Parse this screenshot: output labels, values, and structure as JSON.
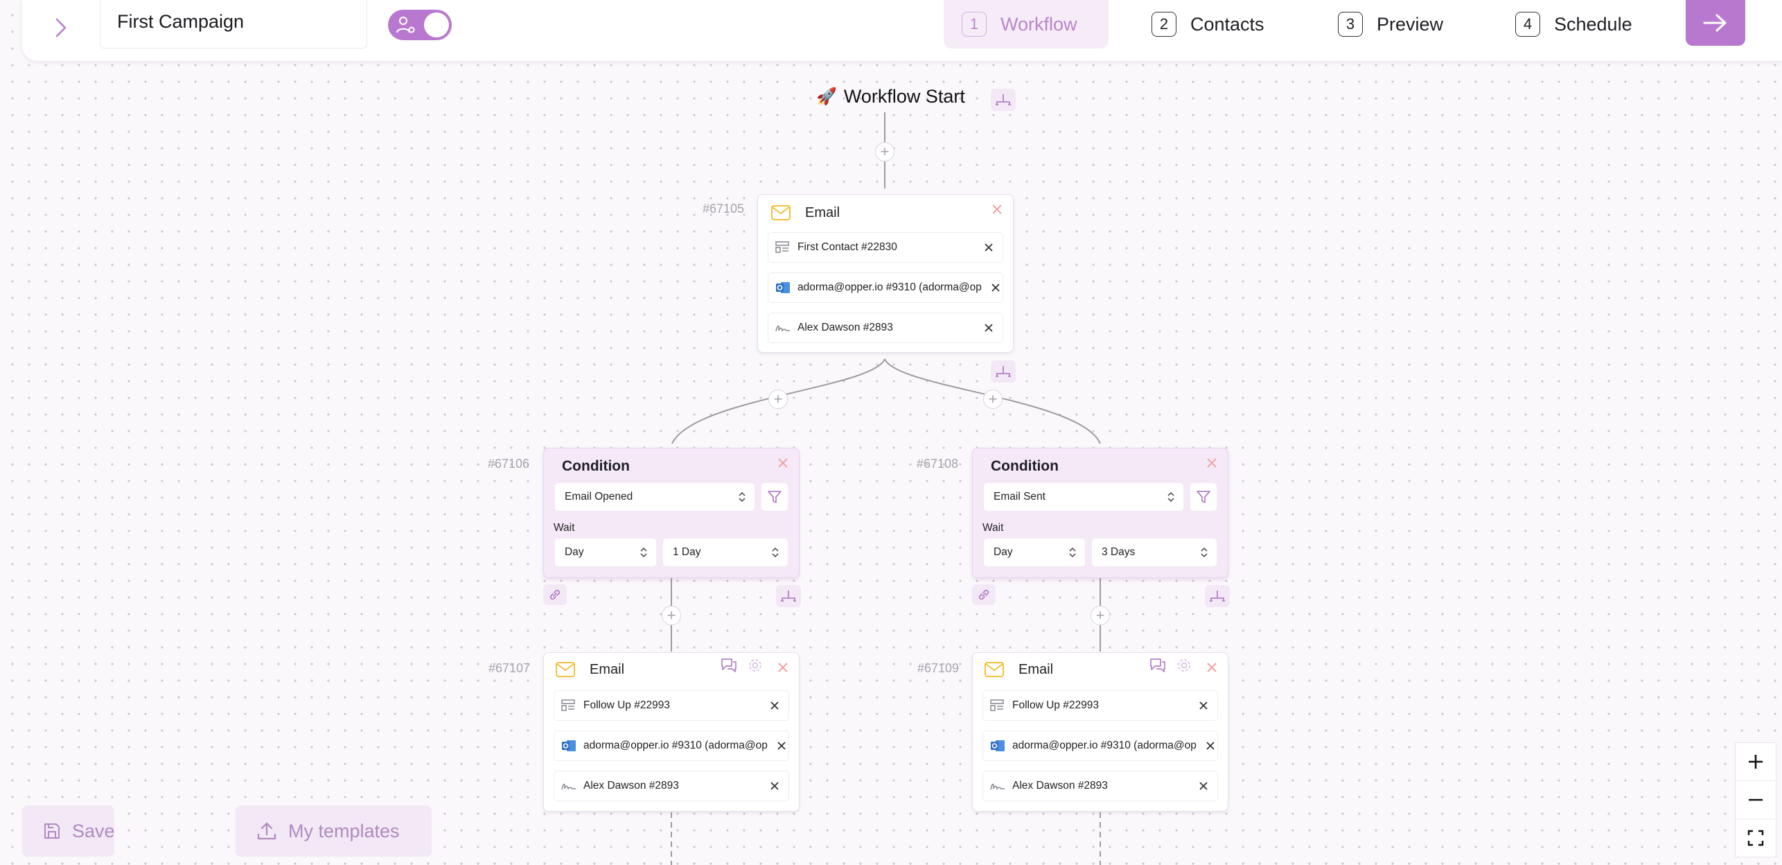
{
  "header": {
    "campaign_title": "First Campaign",
    "toggle_on": true,
    "steps": [
      {
        "num": "1",
        "label": "Workflow",
        "active": true
      },
      {
        "num": "2",
        "label": "Contacts",
        "active": false
      },
      {
        "num": "3",
        "label": "Preview",
        "active": false
      },
      {
        "num": "4",
        "label": "Schedule",
        "active": false
      }
    ]
  },
  "colors": {
    "accent": "#b978cf",
    "accent_light": "#f3e8f6",
    "close": "#f2a3a3",
    "email_icon": "#f3c33f",
    "outlook": "#2f6fc6"
  },
  "workflow": {
    "start_label": "Workflow Start",
    "start_emoji": "🚀",
    "email_root": {
      "id": "#67105",
      "title": "Email",
      "rows": [
        "First Contact #22830",
        "adorma@opper.io #9310 (adorma@op",
        "Alex Dawson #2893"
      ]
    },
    "condition_left": {
      "id": "#67106",
      "title": "Condition",
      "event": "Email Opened",
      "wait_label": "Wait",
      "unit": "Day",
      "amount": "1 Day"
    },
    "condition_right": {
      "id": "#67108",
      "title": "Condition",
      "event": "Email Sent",
      "wait_label": "Wait",
      "unit": "Day",
      "amount": "3 Days"
    },
    "email_left": {
      "id": "#67107",
      "title": "Email",
      "rows": [
        "Follow Up #22993",
        "adorma@opper.io #9310 (adorma@op",
        "Alex Dawson #2893"
      ]
    },
    "email_right": {
      "id": "#67109",
      "title": "Email",
      "rows": [
        "Follow Up #22993",
        "adorma@opper.io #9310 (adorma@op",
        "Alex Dawson #2893"
      ]
    }
  },
  "footer": {
    "save_label": "Save",
    "templates_label": "My templates"
  }
}
